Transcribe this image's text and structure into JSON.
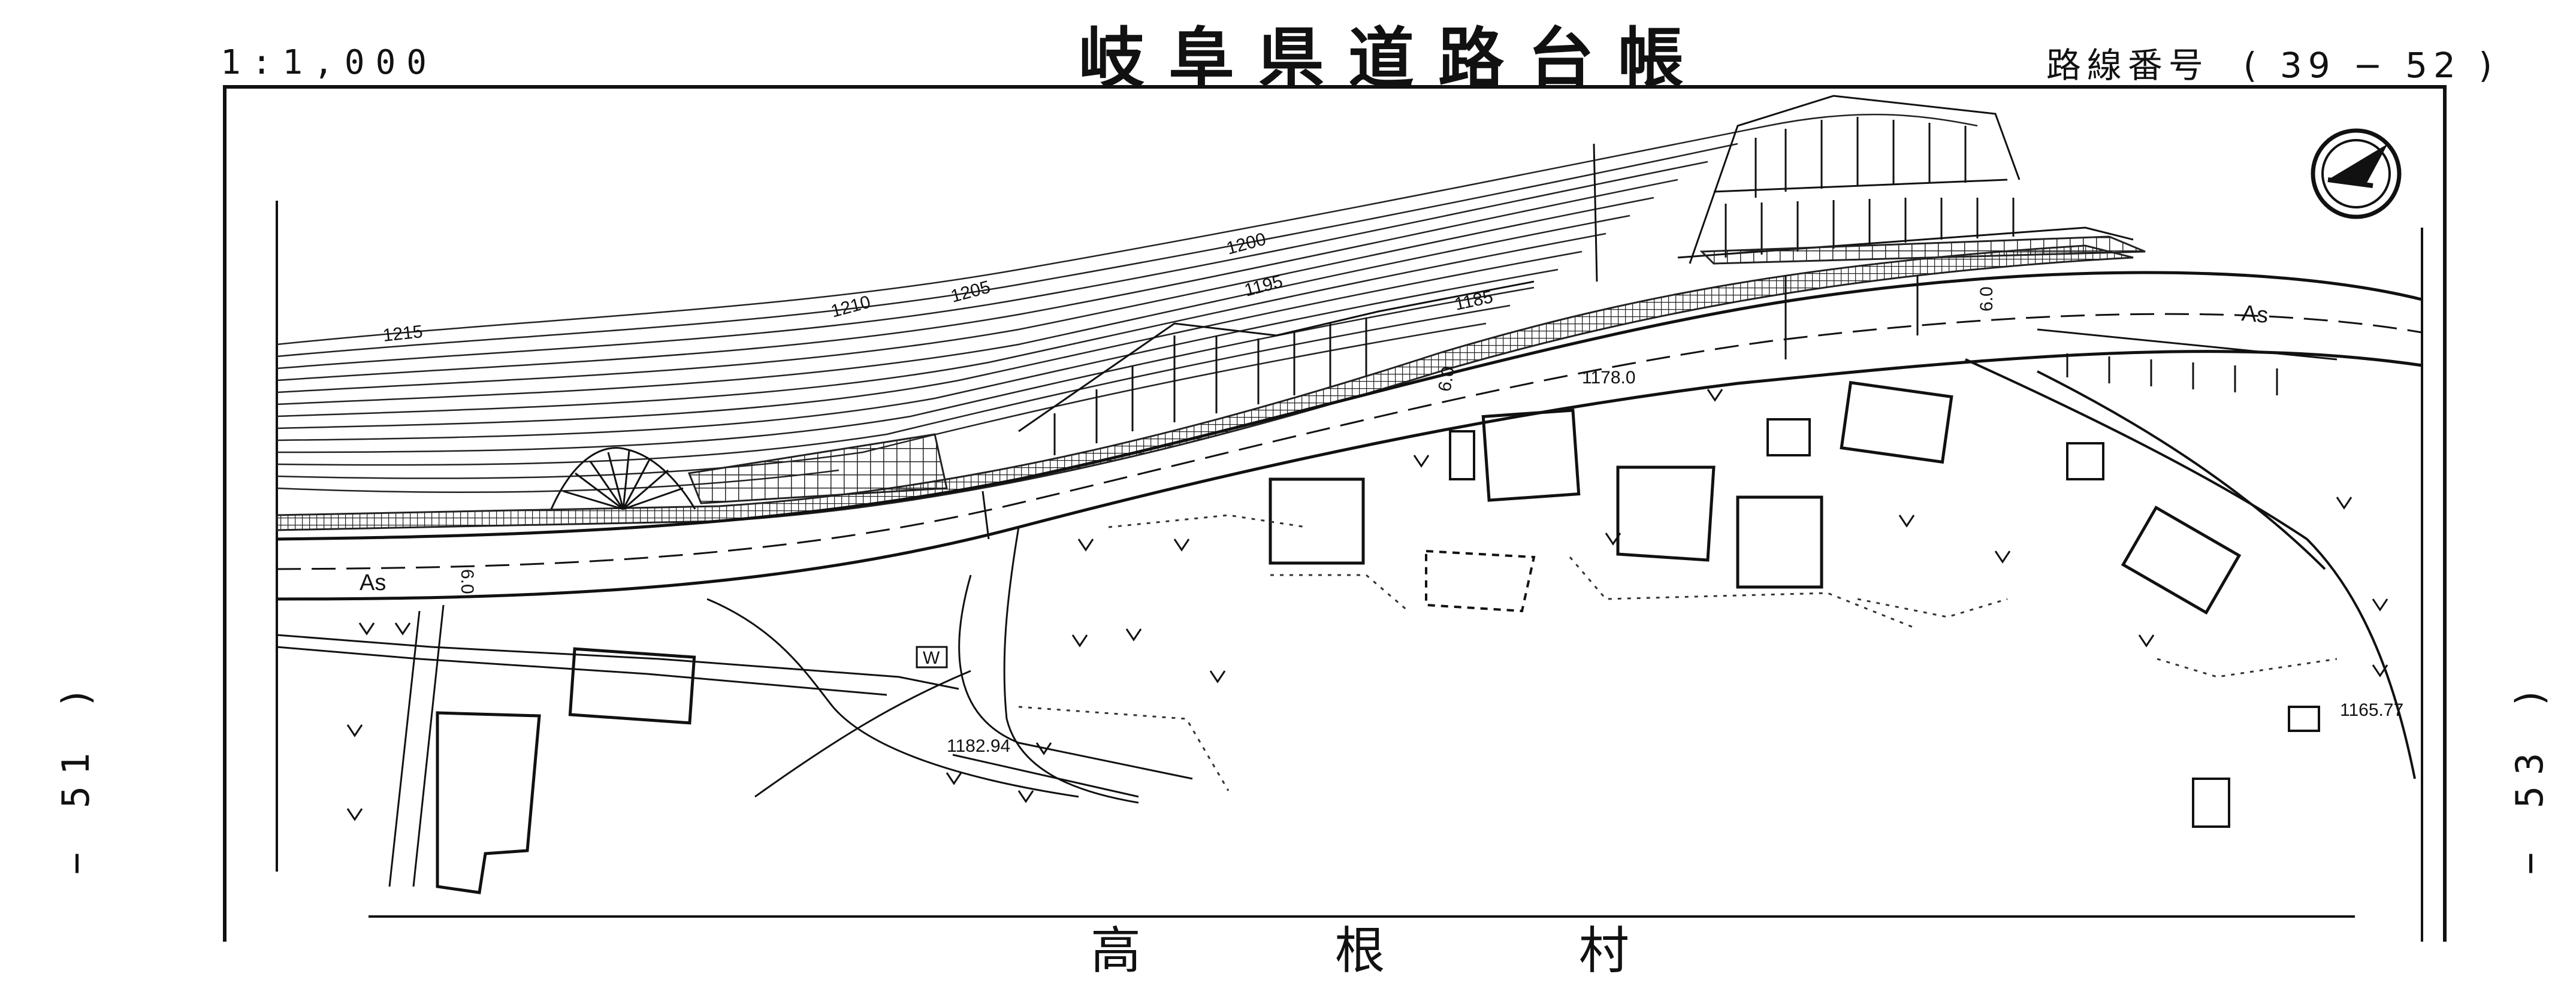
{
  "header": {
    "scale": "1:1,000",
    "title": "岐阜県道路台帳",
    "route_label": "路線番号",
    "route_number": "( 39 − 52 )"
  },
  "margins": {
    "left_sheet": "− 51 )",
    "right_sheet": "− 53 )"
  },
  "footer": {
    "partial_text": "高  根  村"
  },
  "map_labels": {
    "contour_1215": "1215",
    "contour_1210": "1210",
    "contour_1205": "1205",
    "contour_1200": "1200",
    "contour_1195": "1195",
    "spot_1185": "1185",
    "elev_1178": "1178.0",
    "elev_1182": "1182.94",
    "elev_1165": "1165.77",
    "surface_left": "As",
    "surface_right": "As",
    "width_left": "6.0",
    "width_mid": "6.0",
    "width_right": "6.0",
    "structure_w": "W"
  },
  "icons": {
    "north_arrow": "north-arrow-icon"
  }
}
